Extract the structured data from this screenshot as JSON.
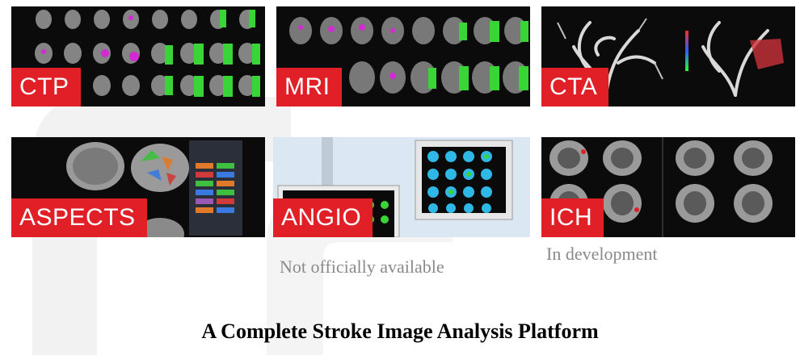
{
  "panels": [
    {
      "id": "ctp",
      "label": "CTP"
    },
    {
      "id": "mri",
      "label": "MRI"
    },
    {
      "id": "cta",
      "label": "CTA"
    },
    {
      "id": "aspects",
      "label": "ASPECTS"
    },
    {
      "id": "angio",
      "label": "ANGIO"
    },
    {
      "id": "ich",
      "label": "ICH"
    }
  ],
  "notes": {
    "angio": "Not officially available",
    "ich": "In development"
  },
  "title": "A Complete Stroke Image Analysis Platform",
  "colors": {
    "accent": "#e02026",
    "note": "#8a8a8a",
    "panel_bg": "#0b0b0b",
    "highlight_green": "#39d435",
    "highlight_magenta": "#d12bd1"
  }
}
